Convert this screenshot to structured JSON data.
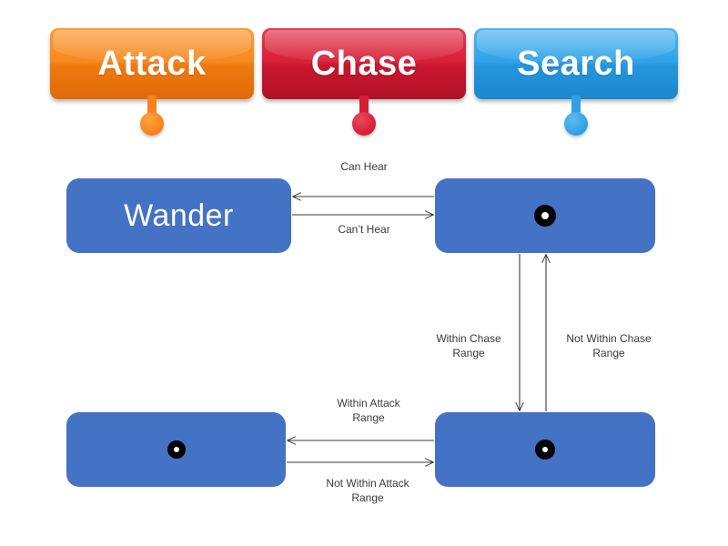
{
  "diagram": {
    "title_buttons": [
      {
        "label": "Attack",
        "color": "#F6881F",
        "color_dark": "#E06A08",
        "pin_color": "#F7811A"
      },
      {
        "label": "Chase",
        "color": "#D81E37",
        "color_dark": "#B01126",
        "pin_color": "#D61E35"
      },
      {
        "label": "Search",
        "color": "#2EA3E8",
        "color_dark": "#1C87CC",
        "pin_color": "#2EA0E6"
      }
    ],
    "state_box_color": "#4472C4",
    "states": [
      {
        "id": "wander",
        "label": "Wander",
        "icon": "none"
      },
      {
        "id": "search-state",
        "label": "",
        "icon": "ring-icon"
      },
      {
        "id": "attack-state",
        "label": "",
        "icon": "ring-icon"
      },
      {
        "id": "chase-state",
        "label": "",
        "icon": "ring-icon"
      }
    ],
    "transitions": [
      {
        "id": "can-hear",
        "label": "Can Hear",
        "direction": "left"
      },
      {
        "id": "cant-hear",
        "label": "Can’t Hear",
        "direction": "right"
      },
      {
        "id": "within-chase",
        "label": "Within Chase\nRange",
        "direction": "down"
      },
      {
        "id": "not-within-chase",
        "label": "Not Within Chase\nRange",
        "direction": "up"
      },
      {
        "id": "within-attack",
        "label": "Within Attack\nRange",
        "direction": "left"
      },
      {
        "id": "not-within-attack",
        "label": "Not Within Attack\nRange",
        "direction": "right"
      }
    ]
  }
}
